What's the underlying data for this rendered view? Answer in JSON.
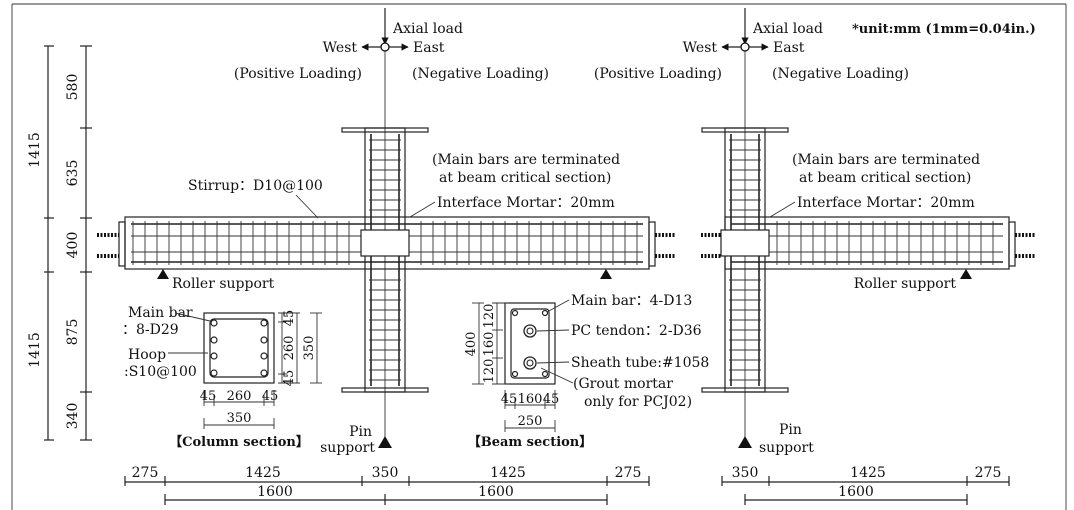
{
  "header": {
    "unit_note": "*unit:mm (1mm=0.04in.)"
  },
  "left_specimen": {
    "axial_load": "Axial load",
    "west": "West",
    "east": "East",
    "positive_loading": "(Positive Loading)",
    "negative_loading": "(Negative Loading)",
    "main_bars_note_1": "(Main bars are terminated",
    "main_bars_note_2": "at beam critical section)",
    "stirrup": "Stirrup：D10@100",
    "interface_mortar": "Interface Mortar：20mm",
    "roller_support": "Roller support",
    "pin": "Pin",
    "support": "support"
  },
  "right_specimen": {
    "axial_load": "Axial load",
    "west": "West",
    "east": "East",
    "positive_loading": "(Positive Loading)",
    "negative_loading": "(Negative Loading)",
    "main_bars_note_1": "(Main bars are terminated",
    "main_bars_note_2": "at beam critical section)",
    "interface_mortar": "Interface Mortar：20mm",
    "roller_support": "Roller support",
    "pin": "Pin",
    "support": "support"
  },
  "column_section": {
    "main_bar_1": "Main bar",
    "main_bar_2": "：8-D29",
    "hoop_1": "Hoop",
    "hoop_2": ":S10@100",
    "dim_top": "45",
    "dim_mid": "260",
    "dim_bot": "45",
    "dim_total_v": "350",
    "dim_b1": "45",
    "dim_b2": "260",
    "dim_b3": "45",
    "dim_btotal": "350",
    "caption": "【Column section】"
  },
  "beam_section": {
    "main_bar": "Main bar：4-D13",
    "pc_tendon": "PC tendon：2-D36",
    "sheath_tube": "Sheath tube:#1058",
    "grout_1": "(Grout mortar",
    "grout_2": "only for PCJ02)",
    "dim_v1": "120",
    "dim_v2": "160",
    "dim_v3": "120",
    "dim_vtotal": "400",
    "dim_b1": "45",
    "dim_b2": "160",
    "dim_b3": "45",
    "dim_btotal": "250",
    "caption": "【Beam section】"
  },
  "vertical_dims": {
    "d580": "580",
    "d635": "635",
    "d400": "400",
    "d875": "875",
    "d340": "340",
    "d1415_top": "1415",
    "d1415_bot": "1415"
  },
  "bottom_dims_left": {
    "a": "275",
    "b": "1425",
    "c": "350",
    "d": "1425",
    "e": "275",
    "f": "1600",
    "g": "1600"
  },
  "bottom_dims_right": {
    "a": "350",
    "b": "1425",
    "c": "275",
    "d": "1600"
  }
}
